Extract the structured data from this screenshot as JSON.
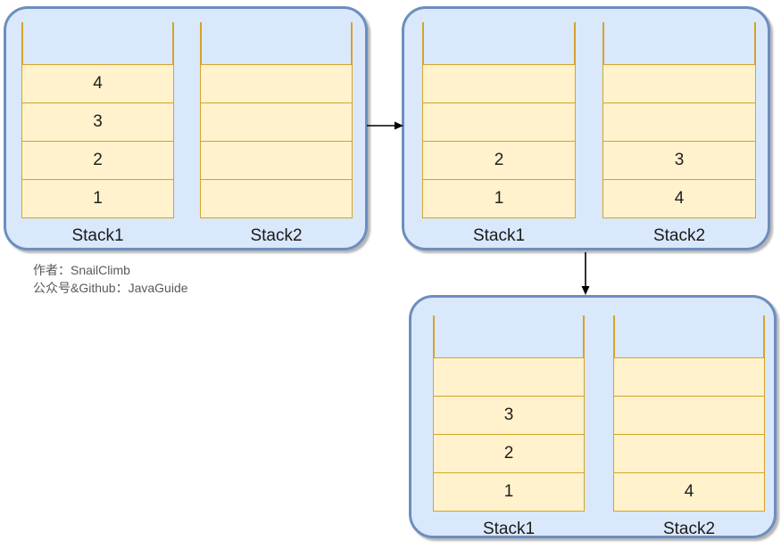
{
  "colors": {
    "panel_fill": "#dae8fc",
    "panel_border": "#6c8ebf",
    "cell_fill": "#fff2cc",
    "cell_border": "#d5a328",
    "label_text": "#1a1a1a",
    "caption_text": "#595959",
    "arrow": "#000000"
  },
  "caption": {
    "line1": "作者：SnailClimb",
    "line2": "公众号&Github：JavaGuide"
  },
  "panels": [
    {
      "name": "state-1",
      "stacks": [
        {
          "label": "Stack1",
          "cells": [
            "4",
            "3",
            "2",
            "1"
          ]
        },
        {
          "label": "Stack2",
          "cells": [
            "",
            "",
            "",
            ""
          ]
        }
      ]
    },
    {
      "name": "state-2",
      "stacks": [
        {
          "label": "Stack1",
          "cells": [
            "",
            "",
            "2",
            "1"
          ]
        },
        {
          "label": "Stack2",
          "cells": [
            "",
            "",
            "3",
            "4"
          ]
        }
      ]
    },
    {
      "name": "state-3",
      "stacks": [
        {
          "label": "Stack1",
          "cells": [
            "",
            "3",
            "2",
            "1"
          ]
        },
        {
          "label": "Stack2",
          "cells": [
            "",
            "",
            "",
            "4"
          ]
        }
      ]
    }
  ],
  "arrows": [
    {
      "name": "arrow-state1-to-state2",
      "direction": "right"
    },
    {
      "name": "arrow-state2-to-state3",
      "direction": "down"
    }
  ]
}
